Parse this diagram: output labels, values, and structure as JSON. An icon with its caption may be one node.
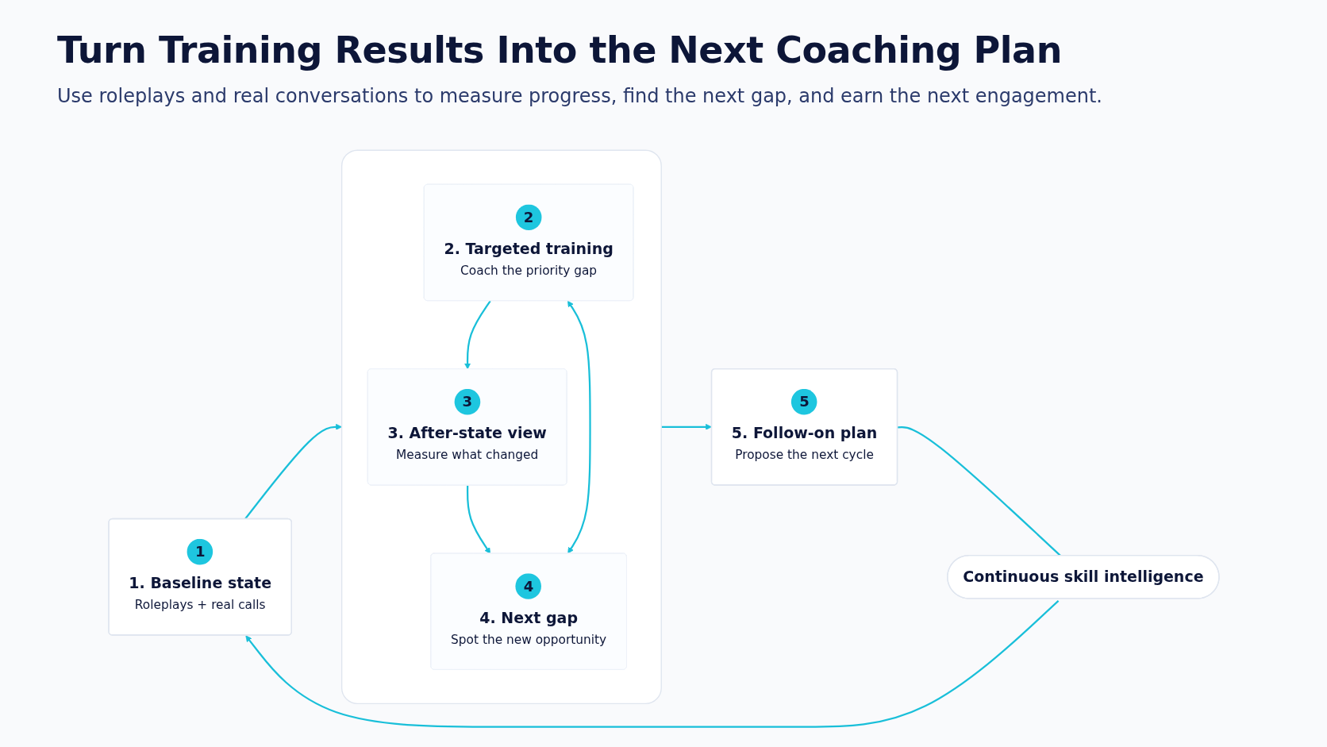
{
  "diagram": {
    "title": "Turn Training Results Into the Next Coaching Plan",
    "nodes": [
      {
        "text": [
          "1",
          "1. Baseline state",
          "Roleplays + real calls"
        ]
      },
      {
        "text": [],
        "shape": "box"
      },
      {
        "text": [
          "2",
          "2. Targeted training",
          "Coach the priority gap"
        ],
        "in": 1
      },
      {
        "text": [
          "3",
          "3. After-state view",
          "Measure what changed"
        ],
        "in": 1
      },
      {
        "text": [
          "4",
          "4. Next gap",
          "Spot the new opportunity"
        ],
        "in": 1
      },
      {
        "text": [
          "5",
          "5. Follow-on plan",
          "Propose the next cycle"
        ]
      },
      {
        "text": [
          "Continuous skill intelligence"
        ]
      }
    ],
    "edges": [
      {
        "from": 0,
        "to": 1,
        "arrow": "to"
      },
      {
        "from": 1,
        "to": 5,
        "arrow": "to"
      },
      {
        "from": 2,
        "to": 3,
        "arrow": "to"
      },
      {
        "from": 3,
        "to": 4,
        "arrow": "to"
      },
      {
        "from": 4,
        "to": 2,
        "arrow": "both"
      },
      {
        "from": 5,
        "to": 6,
        "arrow": "none"
      },
      {
        "from": 6,
        "to": 0,
        "arrow": "to"
      }
    ],
    "labels": [
      "Use roleplays and real conversations to measure progress, find the next gap, and earn the next engagement."
    ]
  }
}
